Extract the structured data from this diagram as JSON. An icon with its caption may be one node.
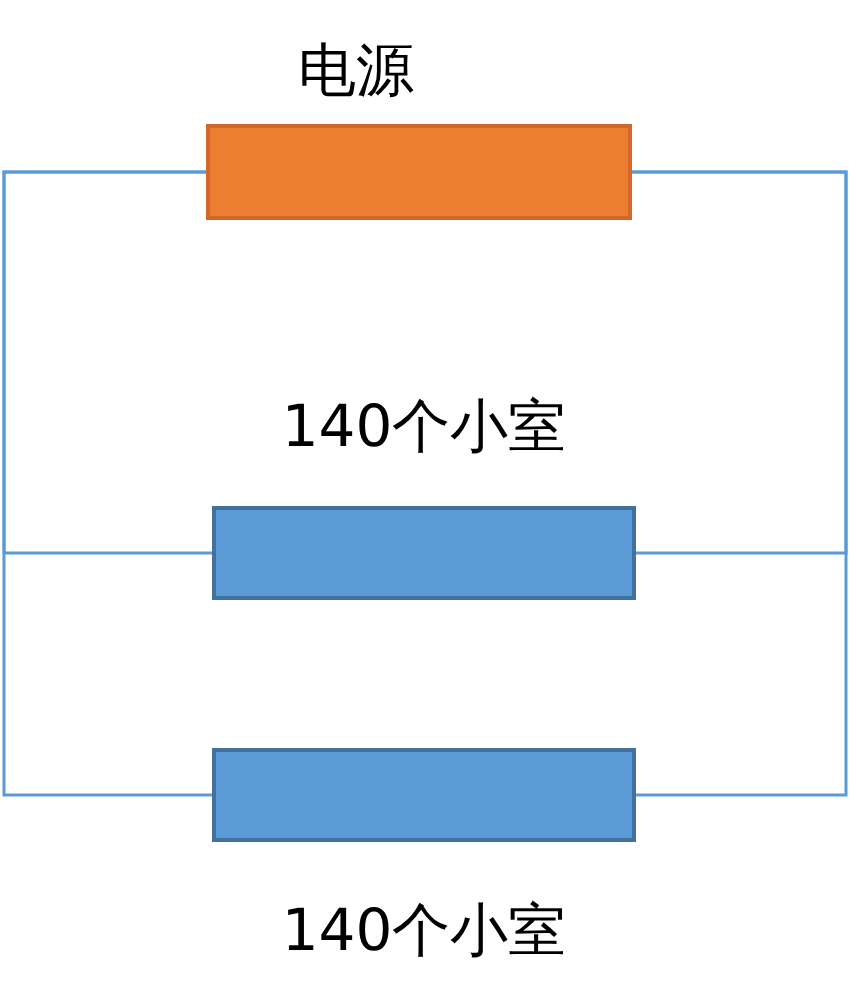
{
  "diagram": {
    "nodes": [
      {
        "text": [
          "电源"
        ]
      },
      {
        "text": [
          "140个小室"
        ]
      },
      {
        "text": [
          "140个小室"
        ]
      }
    ],
    "edges": [
      {
        "from": 0,
        "to": 1,
        "arrow": "none"
      },
      {
        "from": 0,
        "to": 2,
        "arrow": "none"
      },
      {
        "from": 0,
        "to": 1,
        "arrow": "none"
      },
      {
        "from": 0,
        "to": 2,
        "arrow": "none"
      }
    ]
  }
}
